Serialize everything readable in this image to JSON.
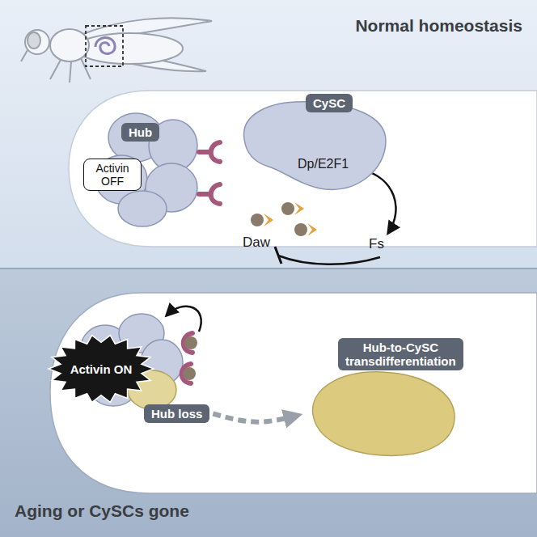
{
  "diagram": {
    "nodes": [
      {
        "text": [
          "Normal homeostasis"
        ]
      },
      {
        "text": [
          "Hub"
        ],
        "in": 0
      },
      {
        "text": [
          "Activin OFF"
        ],
        "in": 0
      },
      {
        "text": [
          "CySC"
        ],
        "in": 0
      },
      {
        "text": [
          "Aging or CySCs gone"
        ]
      },
      {
        "text": [
          "Activin ON"
        ],
        "in": 4
      },
      {
        "text": [
          "Hub loss"
        ],
        "in": 4
      },
      {
        "text": [
          "Hub-to-CySC transdifferentiation"
        ],
        "in": 4
      }
    ],
    "edges": [
      {
        "from": 6,
        "to": 7,
        "arrow": "to"
      }
    ],
    "labels": [
      "Dp/E2F1",
      "Daw",
      "Fs"
    ]
  }
}
